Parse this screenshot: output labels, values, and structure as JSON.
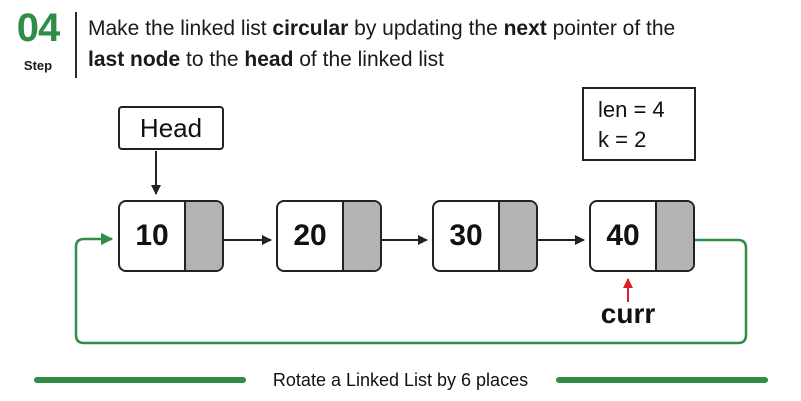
{
  "step": {
    "number": "04",
    "word": "Step"
  },
  "instruction": {
    "parts": [
      {
        "text": "Make the linked list ",
        "bold": false
      },
      {
        "text": "circular",
        "bold": true
      },
      {
        "text": " by updating the ",
        "bold": false
      },
      {
        "text": "next",
        "bold": true
      },
      {
        "text": " pointer of the ",
        "bold": false
      },
      {
        "text": "last node",
        "bold": true
      },
      {
        "text": " to the ",
        "bold": false
      },
      {
        "text": "head",
        "bold": true
      },
      {
        "text": " of the linked list",
        "bold": false
      }
    ]
  },
  "info": {
    "len_line": "len = 4",
    "k_line": "k = 2"
  },
  "head_label": "Head",
  "nodes": [
    {
      "value": "10"
    },
    {
      "value": "20"
    },
    {
      "value": "30"
    },
    {
      "value": "40"
    }
  ],
  "curr_label": "curr",
  "footer_title": "Rotate a Linked List by 6 places",
  "colors": {
    "accent_green": "#2f8d46",
    "curr_arrow_red": "#e02020",
    "pointer_gray": "#b3b3b3",
    "stroke": "#222222"
  }
}
